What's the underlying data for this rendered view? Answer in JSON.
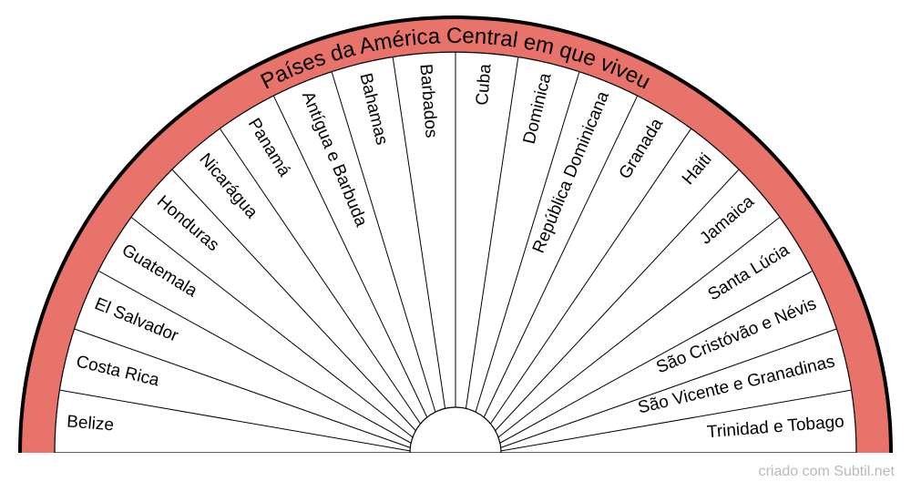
{
  "title": "Países da América Central em que viveu",
  "segments": [
    "Belize",
    "Costa Rica",
    "El Salvador",
    "Guatemala",
    "Honduras",
    "Nicarágua",
    "Panamá",
    "Antígua e Barbuda",
    "Bahamas",
    "Barbados",
    "Cuba",
    "Dominica",
    "República Dominicana",
    "Granada",
    "Haiti",
    "Jamaica",
    "Santa Lúcia",
    "São Cristóvão e Névis",
    "São Vicente e Granadinas",
    "Trinidad e Tobago"
  ],
  "credit": "criado com Subtil.net",
  "colors": {
    "band": "#e8736a",
    "outline": "#000000",
    "segment_fill": "#ffffff",
    "credit": "#b9b9b9"
  }
}
